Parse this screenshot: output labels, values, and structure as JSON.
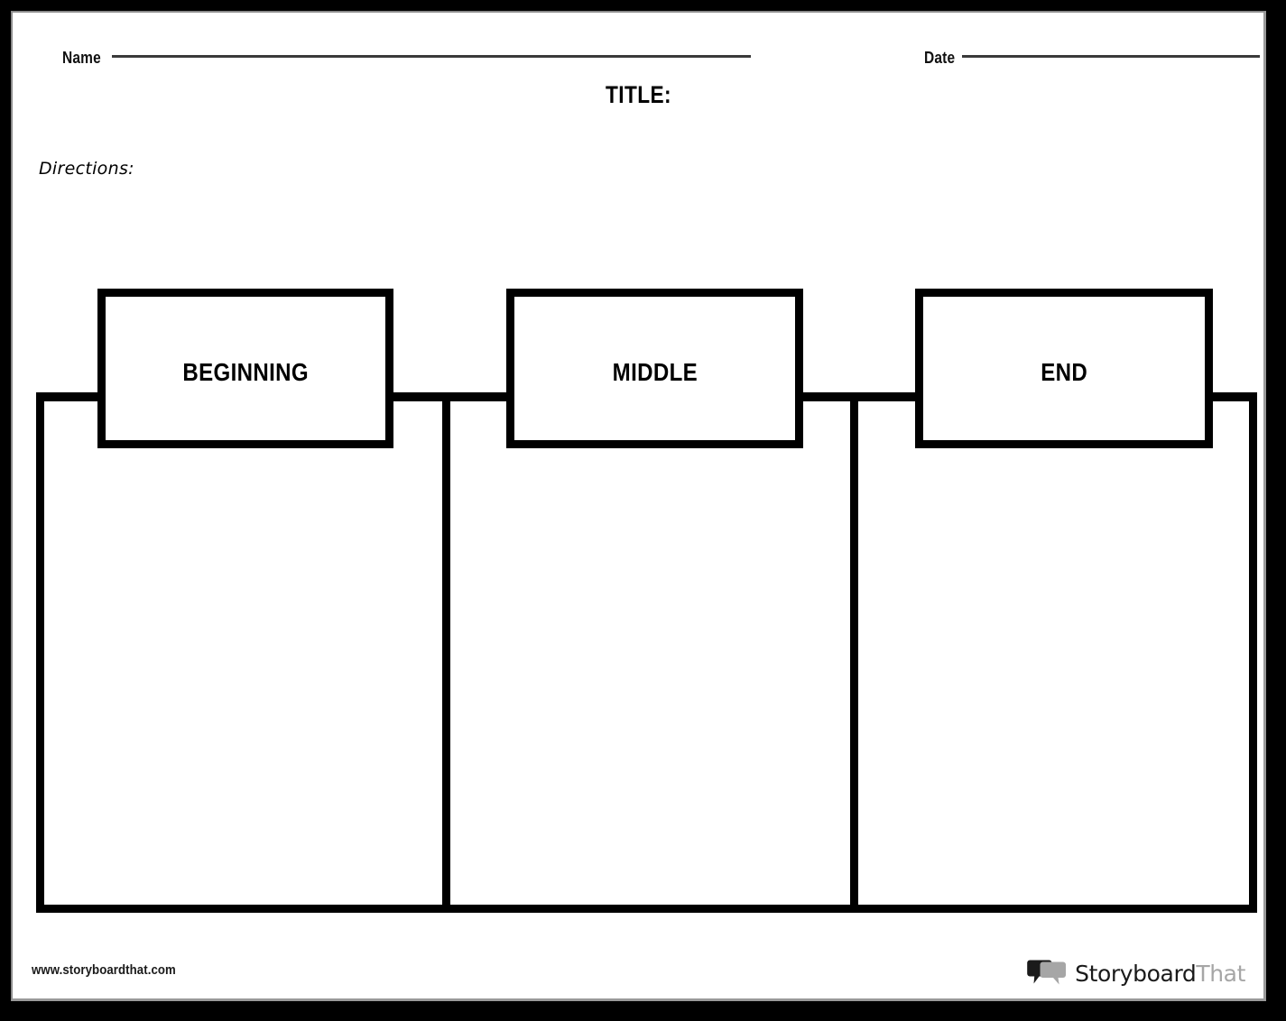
{
  "document": {
    "type": "worksheet",
    "kind": "beginning-middle-end-graphic-organizer",
    "page_background": "#ffffff",
    "frame_color": "#000000",
    "ink_color": "#000000"
  },
  "header": {
    "name_label": "Name",
    "date_label": "Date",
    "name_value": "",
    "date_value": "",
    "name_placeholder": "",
    "date_placeholder": ""
  },
  "title": {
    "label": "TITLE:",
    "value": ""
  },
  "directions": {
    "label": "Directions:",
    "value": ""
  },
  "organizer": {
    "columns": [
      {
        "label": "BEGINNING",
        "content": ""
      },
      {
        "label": "MIDDLE",
        "content": ""
      },
      {
        "label": "END",
        "content": ""
      }
    ]
  },
  "footer": {
    "url": "www.storyboardthat.com",
    "logo": {
      "name": "StoryboardThat",
      "text_dark": "Storyboard",
      "text_light": "That",
      "dark_color": "#1a1a1a",
      "light_color": "#a6a6a6",
      "mark": "speech-bubbles-icon"
    }
  }
}
